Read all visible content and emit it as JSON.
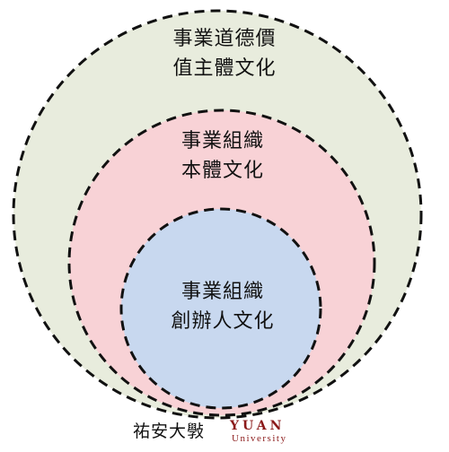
{
  "diagram": {
    "layers": [
      {
        "id": "outer",
        "lines": [
          "事業道德價",
          "值主體文化"
        ],
        "fill": "#e8ecdd"
      },
      {
        "id": "middle",
        "lines": [
          "事業組織",
          "本體文化"
        ],
        "fill": "#f8d2d6"
      },
      {
        "id": "inner",
        "lines": [
          "事業組織",
          "創辦人文化"
        ],
        "fill": "#c8d8ef"
      }
    ],
    "stroke_color": "#111111"
  },
  "footer": {
    "university_cn": "祐安大斅",
    "university_en_top": "YUAN",
    "university_en_bottom": "University",
    "accent_color": "#8b1a1a"
  }
}
